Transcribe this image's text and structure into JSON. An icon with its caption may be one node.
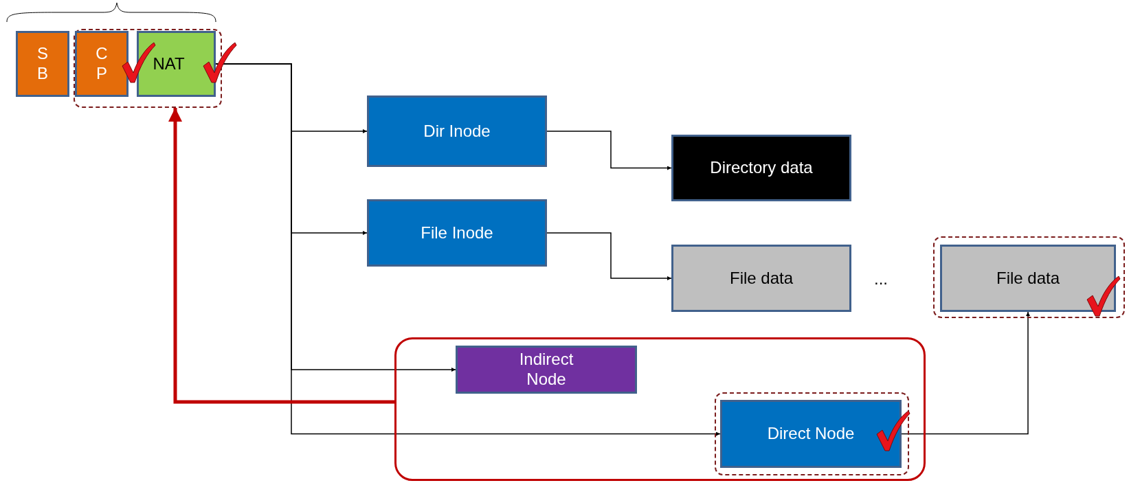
{
  "diagram": {
    "nodes": [
      {
        "text": [
          "S B"
        ]
      },
      {
        "text": [],
        "shape": "box"
      },
      {
        "text": [
          "C P"
        ],
        "in": 1
      },
      {
        "text": [
          "NAT"
        ],
        "in": 1
      },
      {
        "text": [
          "Dir Inode"
        ]
      },
      {
        "text": [
          "Directory data"
        ]
      },
      {
        "text": [
          "File Inode"
        ]
      },
      {
        "text": [
          "File data"
        ]
      },
      {
        "text": [],
        "shape": "box"
      },
      {
        "text": [
          "File data"
        ],
        "in": 8
      },
      {
        "text": [],
        "shape": "box"
      },
      {
        "text": [
          "Indirect Node"
        ],
        "in": 10
      },
      {
        "text": [],
        "shape": "box",
        "in": 10
      },
      {
        "text": [
          "Direct Node"
        ],
        "in": 12
      }
    ],
    "edges": [
      {
        "from": 3,
        "to": 4,
        "arrow": "to"
      },
      {
        "from": 3,
        "to": 6,
        "arrow": "to"
      },
      {
        "from": 3,
        "to": 11,
        "arrow": "to"
      },
      {
        "from": 3,
        "to": 13,
        "arrow": "to"
      },
      {
        "from": 4,
        "to": 5,
        "arrow": "to"
      },
      {
        "from": 6,
        "to": 7,
        "arrow": "to"
      },
      {
        "from": 13,
        "to": 9,
        "arrow": "to"
      },
      {
        "from": 10,
        "to": 1,
        "arrow": "to",
        "style": "thick",
        "color": "#c00000"
      }
    ],
    "labels": [
      "..."
    ]
  }
}
